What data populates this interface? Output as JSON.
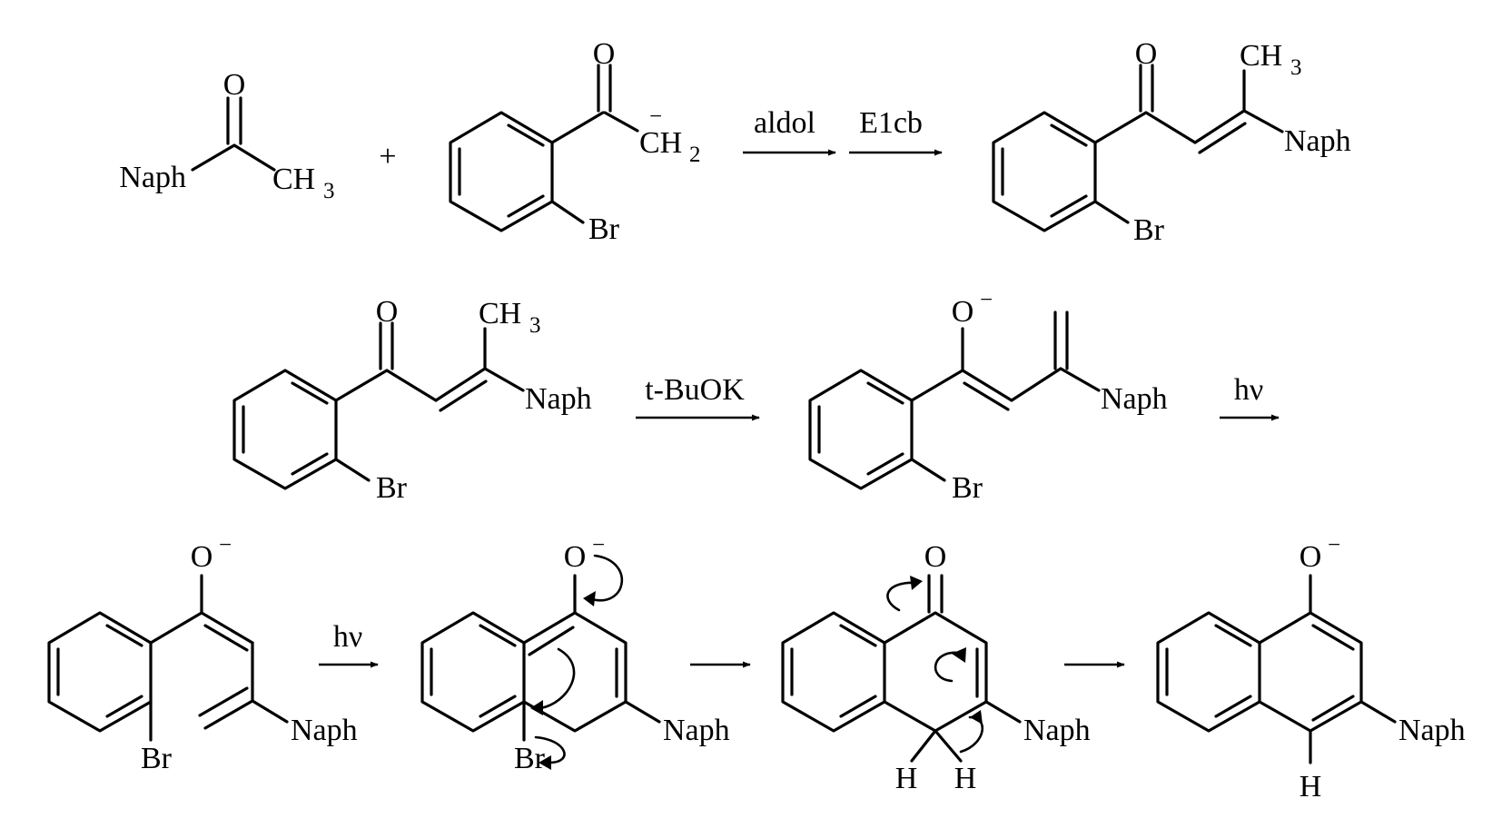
{
  "labels": {
    "naph": "Naph",
    "o": "O",
    "ch": "CH",
    "sub3": "3",
    "sub2": "2",
    "br": "Br",
    "h": "H",
    "minus": "−",
    "plus": "+"
  },
  "reagents": {
    "aldol": "aldol",
    "e1cb": "E1cb",
    "tbu_prefix": "t",
    "tbu_rest": "-BuOK",
    "hv": "hν"
  }
}
